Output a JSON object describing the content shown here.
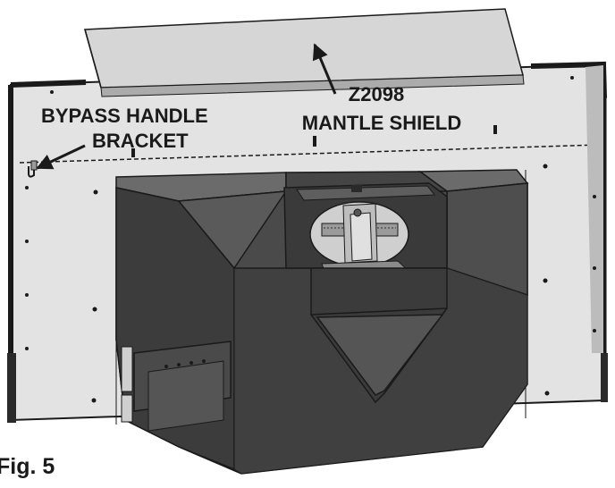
{
  "callouts": {
    "bypass_line1": "BYPASS HANDLE",
    "bypass_line2": "BRACKET",
    "part_number": "Z2098",
    "part_name": "MANTLE SHIELD"
  },
  "figure_label": "Fig. 5",
  "colors": {
    "panel_fill": "#e3e3e3",
    "panel_edge": "#1a1a1a",
    "shield_fill": "#d6d6d6",
    "body_dark": "#454545",
    "body_mid": "#5a5a5a",
    "body_light": "#6b6b6b",
    "text": "#1a1a1a"
  }
}
